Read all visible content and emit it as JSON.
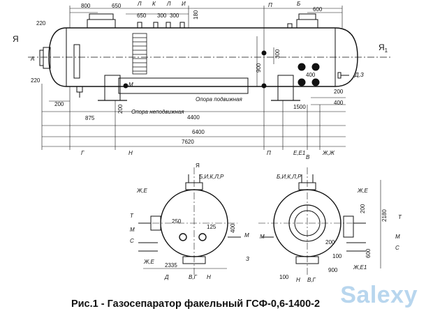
{
  "caption": "Рис.1 - Газосепаратор факельный ГСФ-0,6-1400-2",
  "watermark": "Salexy",
  "top_view": {
    "dims_top": [
      "800",
      "650",
      "650",
      "300",
      "300",
      "180",
      "600"
    ],
    "dims_top_letters": [
      "Л",
      "К",
      "Л",
      "И",
      "П",
      "Б"
    ],
    "dims_left": [
      "220",
      "220",
      "200"
    ],
    "dims_side": [
      "300",
      "900"
    ],
    "dims_right": [
      "400",
      "200",
      "400",
      "1500"
    ],
    "dims_bottom": [
      "875",
      "4400",
      "6400",
      "7620"
    ],
    "dims_200": "200",
    "labels": {
      "ya_left": "Я",
      "ya_right": "Я",
      "ya_right_sub": "1",
      "a": "А",
      "m": "М",
      "d3": "Д,З",
      "support_fixed": "Опора неподвижная",
      "support_moving": "Опора подвижная"
    },
    "bottom_letters": [
      "Г",
      "Н",
      "П",
      "Е,Е1",
      "В",
      "Ж,Ж"
    ]
  },
  "left_view": {
    "top": "Я",
    "top_labels": "Б,И,К,Л,Р",
    "labels_left": [
      "Ж,Е",
      "Т",
      "М",
      "С",
      "Ж,Е"
    ],
    "labels_bottom": [
      "Д",
      "В,Г",
      "Н"
    ],
    "label_right": "З",
    "label_m_right": "М",
    "dims": [
      "250",
      "125",
      "400",
      "2335"
    ]
  },
  "right_view": {
    "top_labels": "Б,И,К,Л,Р",
    "labels_right": [
      "Ж,Е",
      "Т",
      "М",
      "С",
      "Ж,Е1"
    ],
    "label_m_left": "М",
    "labels_bottom": [
      "Н",
      "В,Г"
    ],
    "dims": [
      "200",
      "2180",
      "600",
      "200",
      "100",
      "900",
      "100"
    ]
  }
}
